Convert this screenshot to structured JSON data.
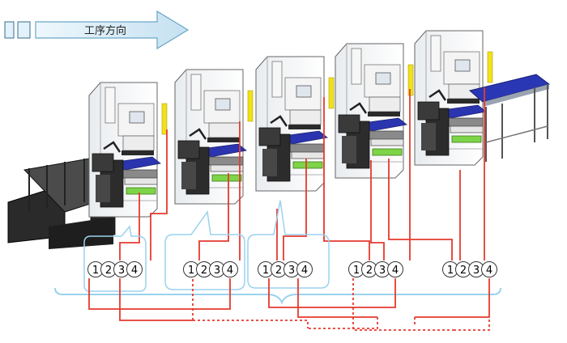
{
  "header": {
    "direction_label": "工序方向"
  },
  "stations": [
    {
      "port_labels": [
        "1",
        "2",
        "3",
        "4"
      ]
    },
    {
      "port_labels": [
        "1",
        "2",
        "3",
        "4"
      ]
    },
    {
      "port_labels": [
        "1",
        "2",
        "3",
        "4"
      ]
    },
    {
      "port_labels": [
        "1",
        "2",
        "3",
        "4"
      ]
    },
    {
      "port_labels": [
        "1",
        "2",
        "3",
        "4"
      ]
    }
  ],
  "colors": {
    "wire": "#e53a2e",
    "bubble": "#9ad2ee",
    "arrow_fill": "#d6ecf7",
    "arrow_stroke": "#6aa6c6",
    "yellow_sensor": "#f0e11a",
    "blue_pad": "#2b35b0",
    "green_strip": "#7ed448"
  }
}
